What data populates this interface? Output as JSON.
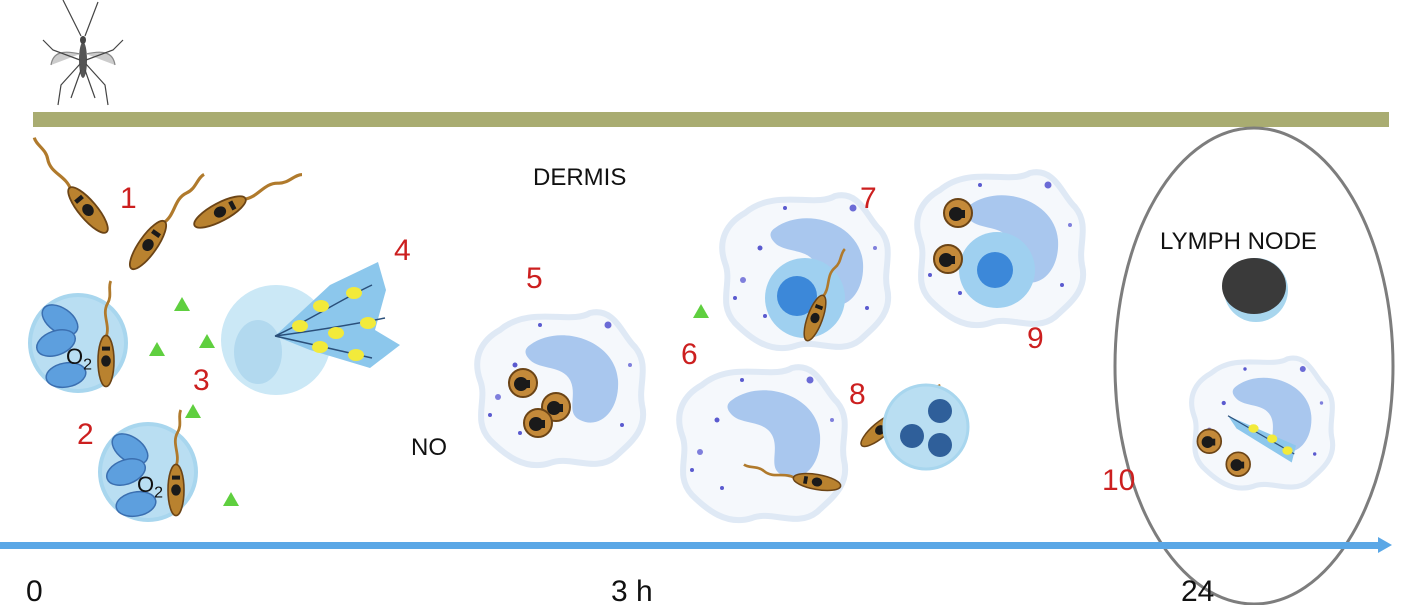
{
  "labels": {
    "dermis": "DERMIS",
    "lymph_node": "LYMPH NODE",
    "no": "NO",
    "o2_a": "O2",
    "o2_b": "O2"
  },
  "steps": [
    "1",
    "2",
    "3",
    "4",
    "5",
    "6",
    "7",
    "8",
    "9",
    "10"
  ],
  "timeline": {
    "start": "0",
    "middle": "3 h",
    "end": "24"
  },
  "colors": {
    "skin_bar": "#a9ac71",
    "timeline": "#5aa7e6",
    "step_number": "#cc1f1f",
    "parasite": "#b07a2c",
    "no_triangle": "#5fcf3f",
    "cell_membrane": "#a8d6ee",
    "nucleus": "#a9c7ee",
    "lymph_node_border": "#7d7d7d"
  },
  "icons": [
    "mosquito-icon",
    "parasite-icon",
    "neutrophil-icon",
    "dendritic-cell-icon",
    "macrophage-icon",
    "no-triangle-icon"
  ]
}
